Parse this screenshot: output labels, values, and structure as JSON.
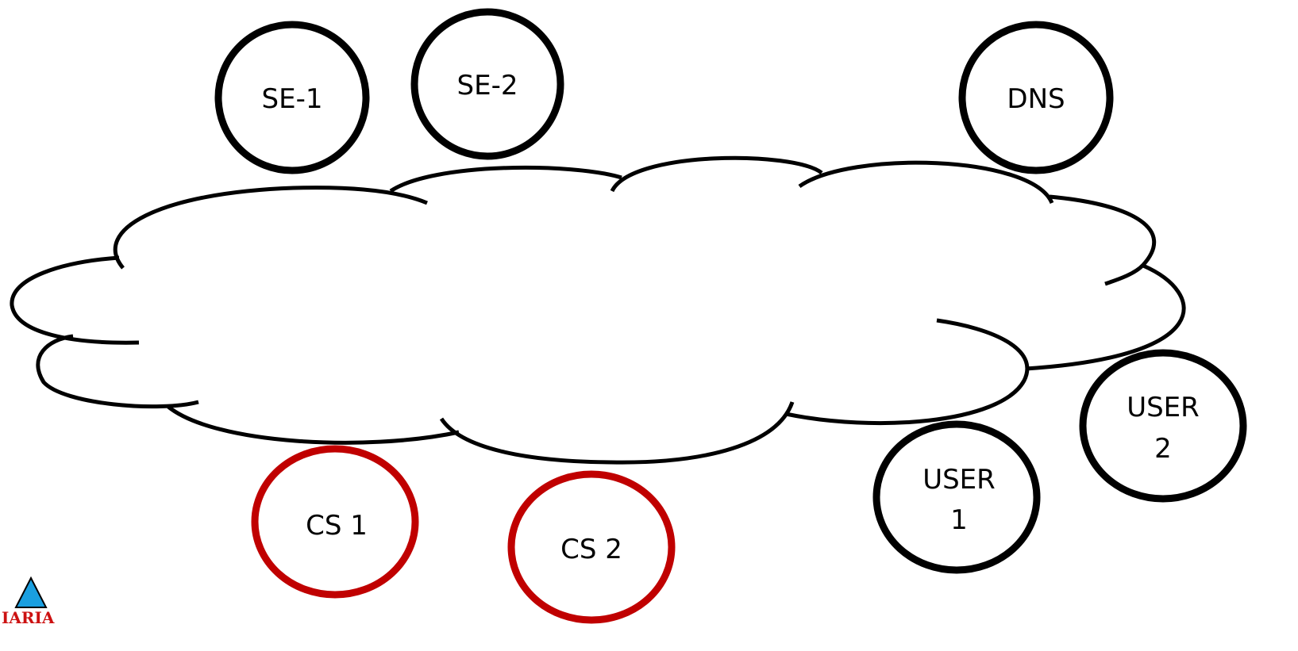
{
  "colors": {
    "default_node": "#000000",
    "highlight_node": "#c00000",
    "cloud_outline": "#000000",
    "logo_triangle": "#1a9fe0",
    "logo_text": "#cc1111"
  },
  "nodes": {
    "se1": {
      "label": "SE-1"
    },
    "se2": {
      "label": "SE-2"
    },
    "dns": {
      "label": "DNS"
    },
    "cs1": {
      "label": "CS 1"
    },
    "cs2": {
      "label": "CS 2"
    },
    "user1": {
      "line1": "USER",
      "line2": "1"
    },
    "user2": {
      "line1": "USER",
      "line2": "2"
    }
  },
  "logo": {
    "text": "IARIA"
  }
}
